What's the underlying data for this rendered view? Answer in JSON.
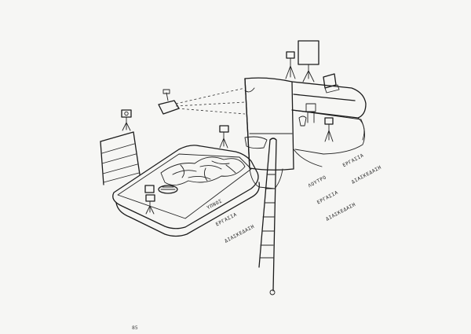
{
  "labels": {
    "lower_floor": [
      "ΥΠΝΟΣ",
      "ΕΡΓΑΣΙΑ",
      "ΔΙΑΣΚΕΔΑΣΗ"
    ],
    "middle": [
      "ΛΟΥΤΡΟ",
      "ΕΡΓΑΣΙΑ",
      "ΔΙΑΣΚΕΔΑΣΗ"
    ],
    "upper_right": [
      "ΕΡΓΑΣΙΑ",
      "ΔΙΑΣΚΕΔΑΣΗ"
    ]
  },
  "page_number": "85"
}
